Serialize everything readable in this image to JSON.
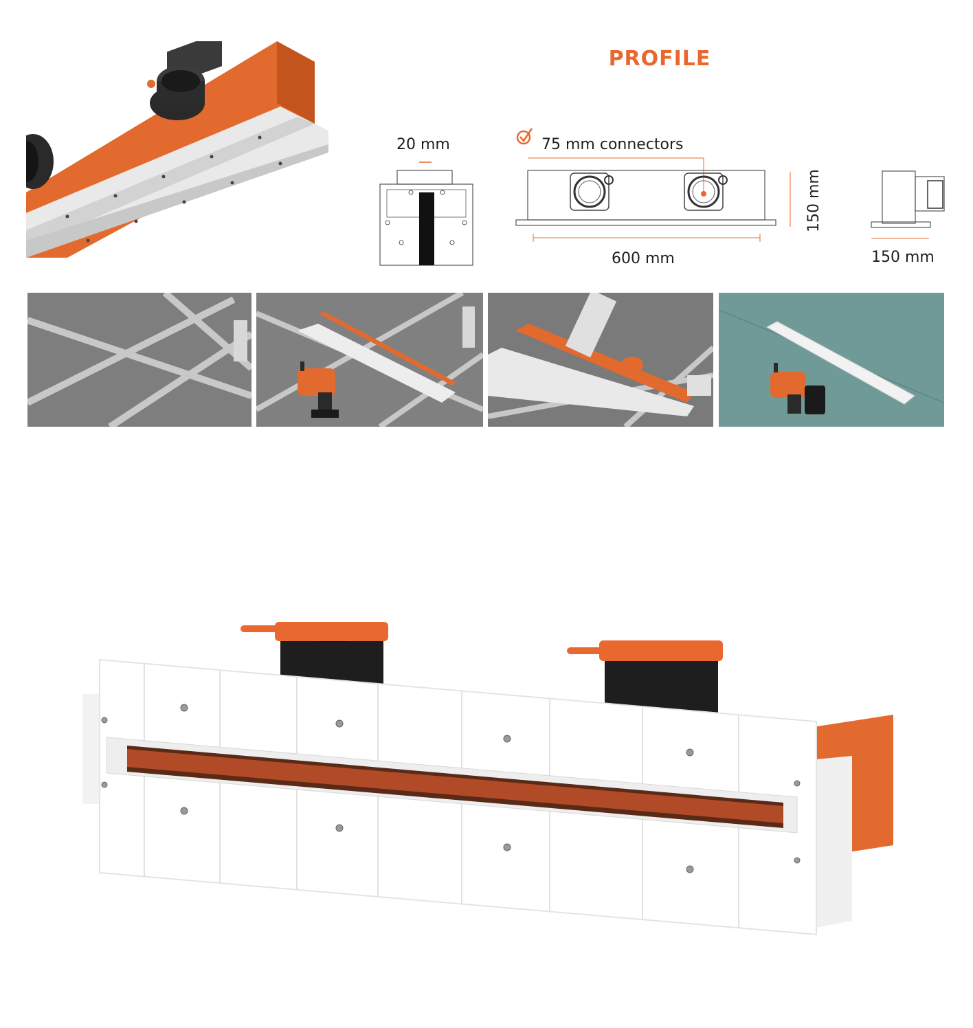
{
  "profile": {
    "title": "PROFILE",
    "side_width": "20 mm",
    "connectors": "75 mm connectors",
    "height": "150 mm",
    "length": "600 mm",
    "depth": "150 mm"
  },
  "colors": {
    "accent": "#e8682f",
    "panel": "#ffffff",
    "ceiling": "#8a8a8a",
    "wall": "#6f9a98",
    "tube": "#1e1e1e"
  },
  "installation_steps": [
    {
      "icon": "ceiling-grid-photo"
    },
    {
      "icon": "drill-install-photo"
    },
    {
      "icon": "duct-connection-photo"
    },
    {
      "icon": "finished-ceiling-photo"
    }
  ]
}
